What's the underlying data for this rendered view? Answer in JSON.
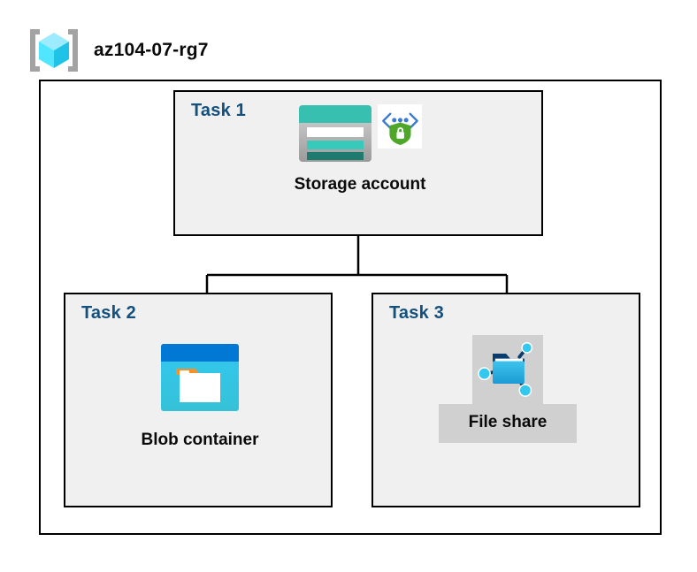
{
  "header": {
    "icon": "azure-resource-group-icon",
    "title": "az104-07-rg7"
  },
  "resource_group": {
    "name": "az104-07-rg7",
    "border_color": "#000000",
    "background_color": "#ffffff"
  },
  "tasks": [
    {
      "id": "task-1",
      "label": "Task 1",
      "node_caption": "Storage account",
      "icons": [
        "storage-account-icon",
        "encryption-shield-icon"
      ]
    },
    {
      "id": "task-2",
      "label": "Task 2",
      "node_caption": "Blob container",
      "icons": [
        "blob-container-icon"
      ]
    },
    {
      "id": "task-3",
      "label": "Task 3",
      "node_caption": "File share",
      "icons": [
        "file-share-icon"
      ]
    }
  ],
  "connections": [
    {
      "from": "Storage account",
      "to": "Blob container"
    },
    {
      "from": "Storage account",
      "to": "File share"
    }
  ],
  "colors": {
    "task_label": "#13507d",
    "panel_fill": "#f0f0f0",
    "panel_border": "#000000",
    "caption_text": "#0a0a0a",
    "connector": "#000000",
    "highlight_gray": "#d0d0d0",
    "storage_teal": "#37bfb0",
    "storage_teal_dark": "#1f7a70",
    "blob_blue": "#0078d4",
    "blob_cyan": "#32c8e8",
    "blob_orange": "#f7902b",
    "shield_green": "#4fa72a",
    "cube_cyan": "#50e6ff"
  }
}
